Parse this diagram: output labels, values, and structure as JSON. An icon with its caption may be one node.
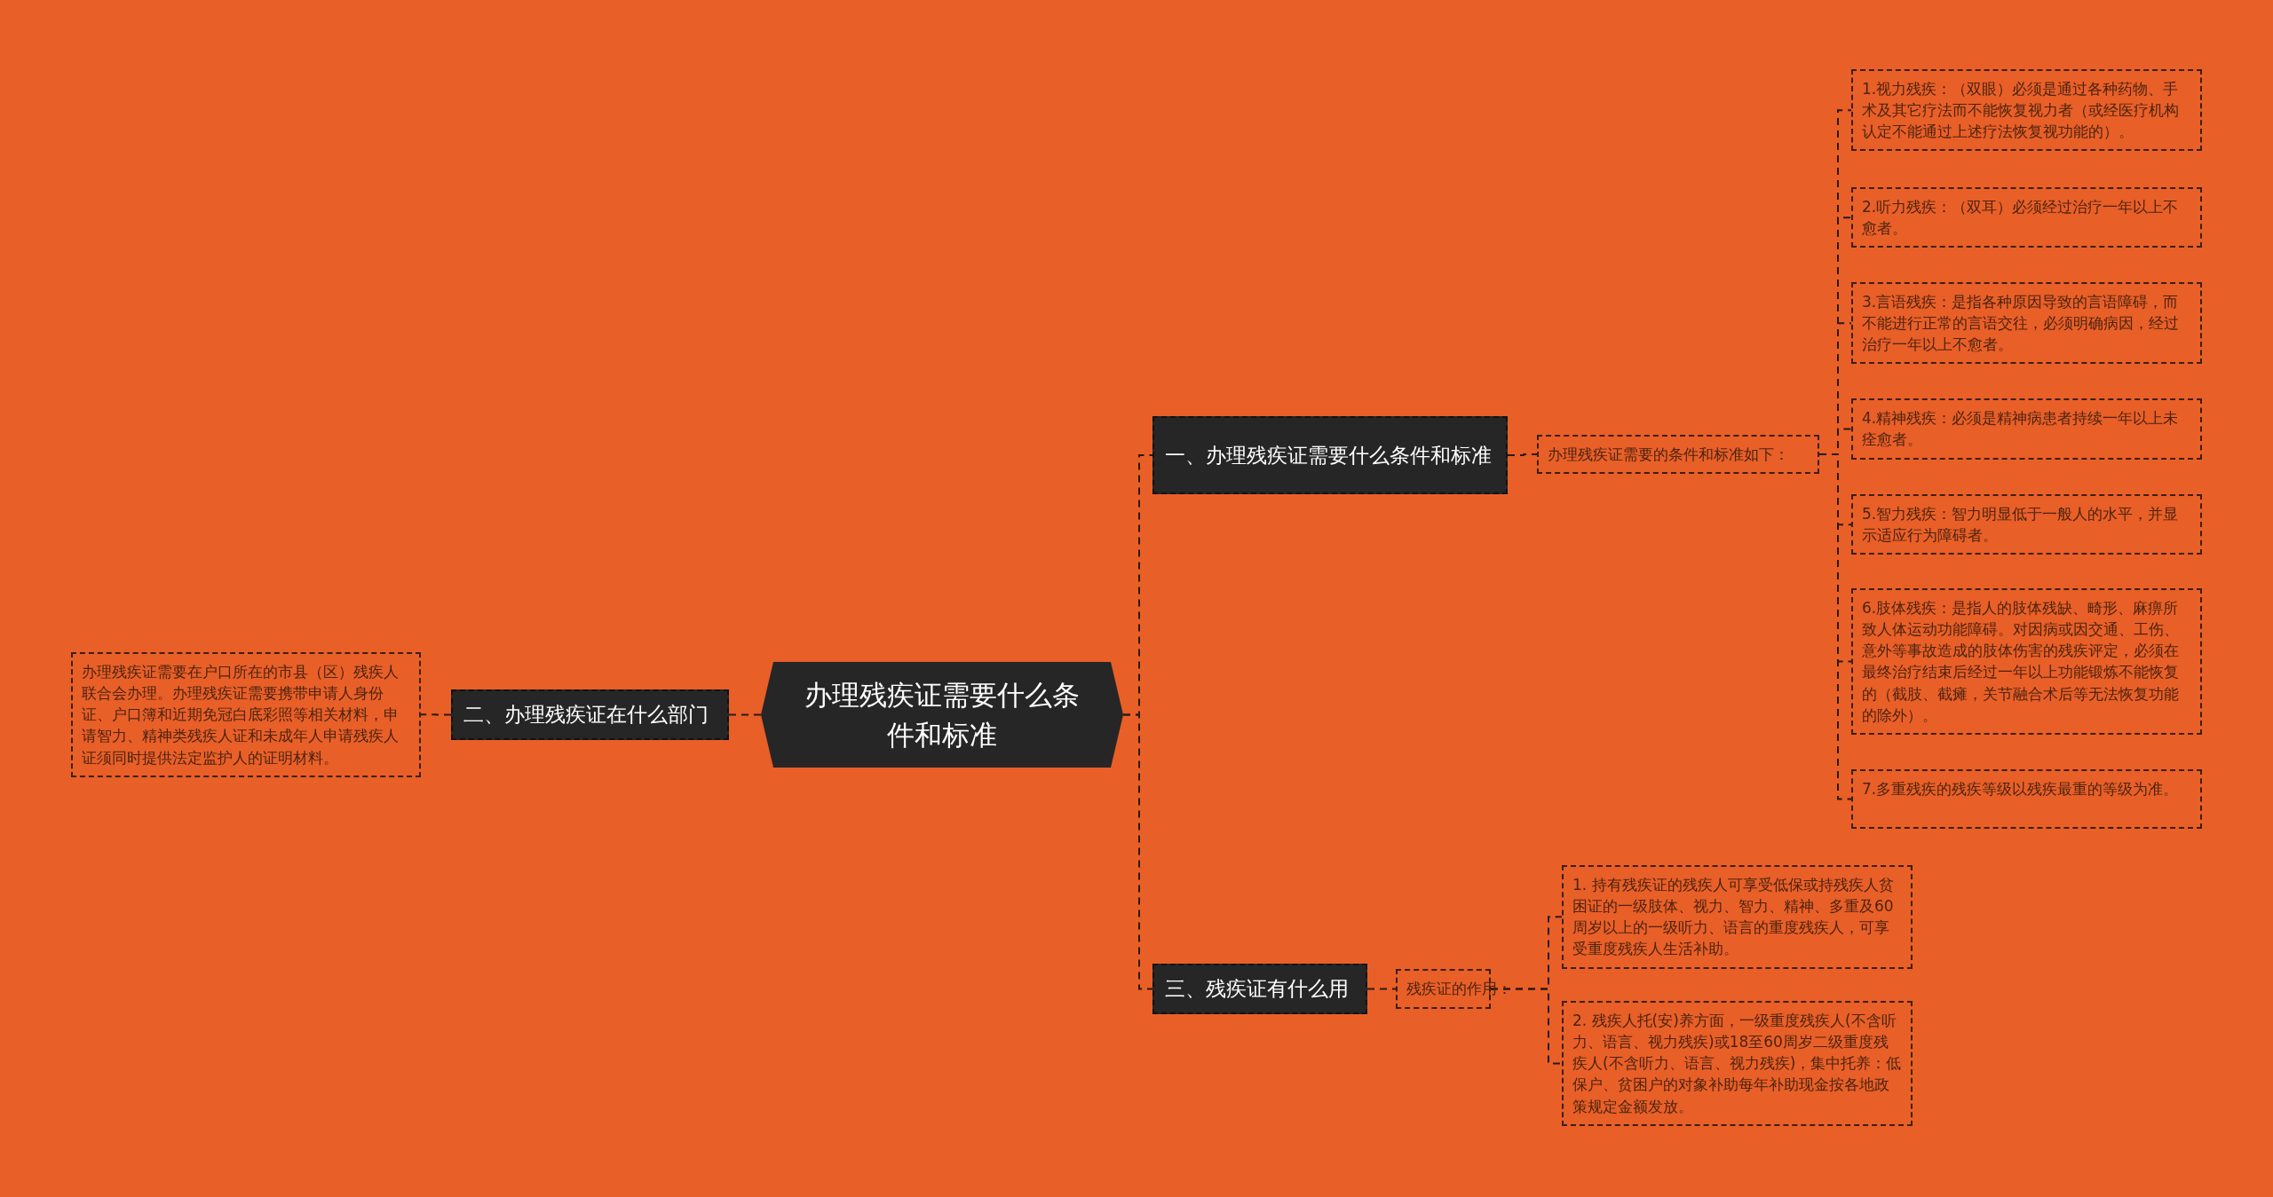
{
  "diagram": {
    "nodes": [
      {
        "text": [
          "办理残疾证需要什么条件和标准"
        ]
      },
      {
        "text": [
          "一、办理残疾证需要什么条件和标准"
        ]
      },
      {
        "text": [
          "办理残疾证需要的条件和标准如下："
        ]
      },
      {
        "text": [
          "1.视力残疾：（双眼）必须是通过各种药物、手术及其它疗法而不能恢复视力者（或经医疗机构认定不能通过上述疗法恢复视功能的）。"
        ]
      },
      {
        "text": [
          "2.听力残疾：（双耳）必须经过治疗一年以上不愈者。"
        ]
      },
      {
        "text": [
          "3.言语残疾：是指各种原因导致的言语障碍，而不能进行正常的言语交往，必须明确病因，经过治疗一年以上不愈者。"
        ]
      },
      {
        "text": [
          "4.精神残疾：必须是精神病患者持续一年以上未痊愈者。"
        ]
      },
      {
        "text": [
          "5.智力残疾：智力明显低于一般人的水平，并显示适应行为障碍者。"
        ]
      },
      {
        "text": [
          "6.肢体残疾：是指人的肢体残缺、畸形、麻痹所致人体运动功能障碍。对因病或因交通、工伤、意外等事故造成的肢体伤害的残疾评定，必须在最终治疗结束后经过一年以上功能锻炼不能恢复的（截肢、截瘫，关节融合术后等无法恢复功能的除外）。"
        ]
      },
      {
        "text": [
          "7.多重残疾的残疾等级以残疾最重的等级为准。"
        ]
      },
      {
        "text": [
          "二、办理残疾证在什么部门"
        ]
      },
      {
        "text": [
          "办理残疾证需要在户口所在的市县（区）残疾人联合会办理。办理残疾证需要携带申请人身份证、户口簿和近期免冠白底彩照等相关材料，申请智力、精神类残疾人证和未成年人申请残疾人证须同时提供法定监护人的证明材料。"
        ]
      },
      {
        "text": [
          "三、残疾证有什么用"
        ]
      },
      {
        "text": [
          "残疾证的作用："
        ]
      },
      {
        "text": [
          "1. 持有残疾证的残疾人可享受低保或持残疾人贫困证的一级肢体、视力、智力、精神、多重及60周岁以上的一级听力、语言的重度残疾人，可享受重度残疾人生活补助。"
        ]
      },
      {
        "text": [
          "2. 残疾人托(安)养方面，一级重度残疾人(不含听力、语言、视力残疾)或18至60周岁二级重度残疾人(不含听力、语言、视力残疾)，集中托养：低保户、贫困户的对象补助每年补助现金按各地政策规定金额发放。"
        ]
      }
    ],
    "edges": [
      {
        "from": 0,
        "to": 1,
        "arrow": "none"
      },
      {
        "from": 1,
        "to": 2,
        "arrow": "none"
      },
      {
        "from": 2,
        "to": 3,
        "arrow": "none"
      },
      {
        "from": 2,
        "to": 4,
        "arrow": "none"
      },
      {
        "from": 2,
        "to": 5,
        "arrow": "none"
      },
      {
        "from": 2,
        "to": 6,
        "arrow": "none"
      },
      {
        "from": 2,
        "to": 7,
        "arrow": "none"
      },
      {
        "from": 2,
        "to": 8,
        "arrow": "none"
      },
      {
        "from": 2,
        "to": 9,
        "arrow": "none"
      },
      {
        "from": 0,
        "to": 10,
        "arrow": "none"
      },
      {
        "from": 10,
        "to": 11,
        "arrow": "none"
      },
      {
        "from": 0,
        "to": 12,
        "arrow": "none"
      },
      {
        "from": 12,
        "to": 13,
        "arrow": "none"
      },
      {
        "from": 13,
        "to": 14,
        "arrow": "none"
      },
      {
        "from": 13,
        "to": 15,
        "arrow": "none"
      }
    ]
  }
}
